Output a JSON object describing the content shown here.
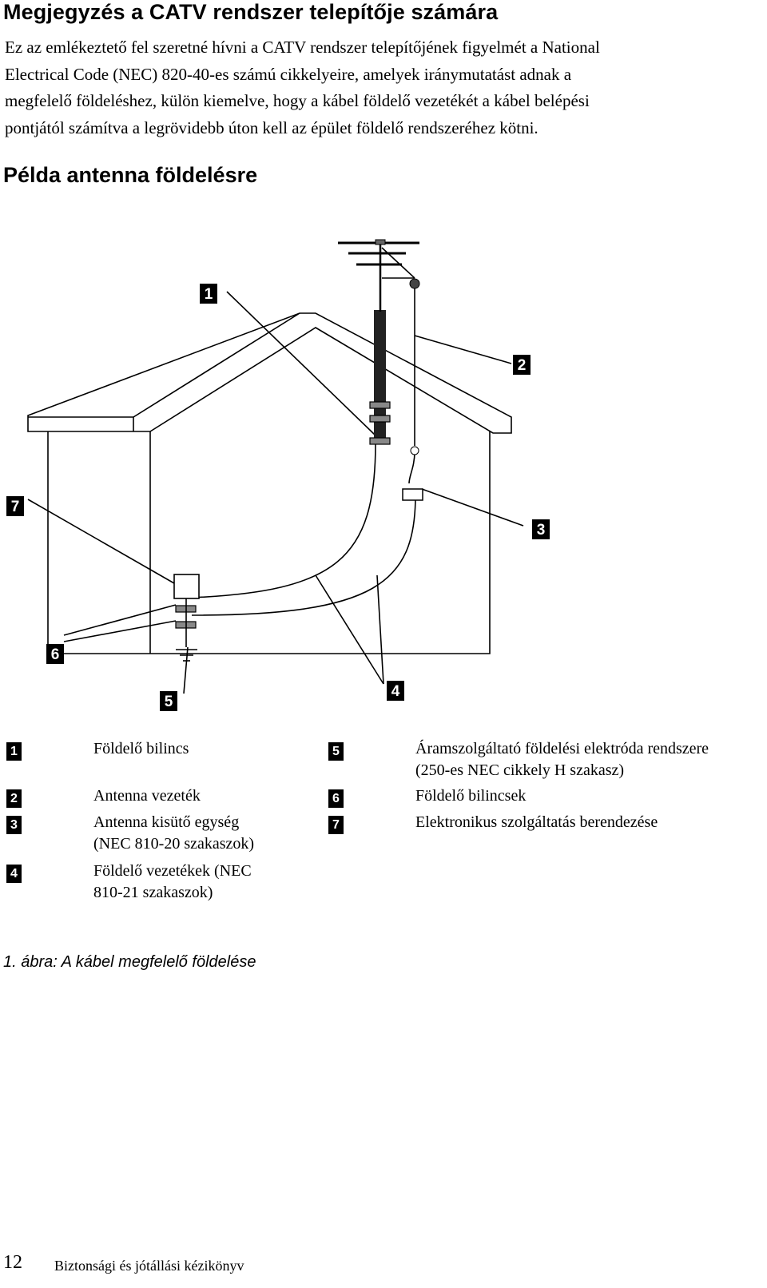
{
  "heading": "Megjegyzés a CATV rendszer telepítője számára",
  "intro_lines": [
    "Ez az emlékeztető fel szeretné hívni a CATV rendszer telepítőjének figyelmét a National",
    "Electrical Code (NEC) 820-40-es számú cikkelyeire, amelyek iránymutatást adnak a",
    "megfelelő földeléshez, külön kiemelve, hogy a kábel földelő vezetékét a kábel belépési",
    "pontjától számítva a legrövidebb úton kell az épület földelő rendszeréhez kötni."
  ],
  "subheading": "Példa antenna földelésre",
  "diagram_callouts": [
    "1",
    "2",
    "3",
    "4",
    "5",
    "6",
    "7"
  ],
  "legend": [
    {
      "num": "1",
      "lines": [
        "Földelő bilincs"
      ]
    },
    {
      "num": "2",
      "lines": [
        "Antenna vezeték"
      ]
    },
    {
      "num": "3",
      "lines": [
        "Antenna kisütő egység",
        "(NEC 810-20 szakaszok)"
      ]
    },
    {
      "num": "4",
      "lines": [
        "Földelő vezetékek (NEC",
        "810-21 szakaszok)"
      ]
    },
    {
      "num": "5",
      "lines": [
        "Áramszolgáltató földelési elektróda rendszere",
        "(250-es NEC cikkely H szakasz)"
      ]
    },
    {
      "num": "6",
      "lines": [
        "Földelő bilincsek"
      ]
    },
    {
      "num": "7",
      "lines": [
        "Elektronikus szolgáltatás berendezése"
      ]
    }
  ],
  "caption": "1. ábra: A kábel megfelelő földelése",
  "footer": {
    "page_number": "12",
    "title": "Biztonsági és jótállási kézikönyv"
  }
}
